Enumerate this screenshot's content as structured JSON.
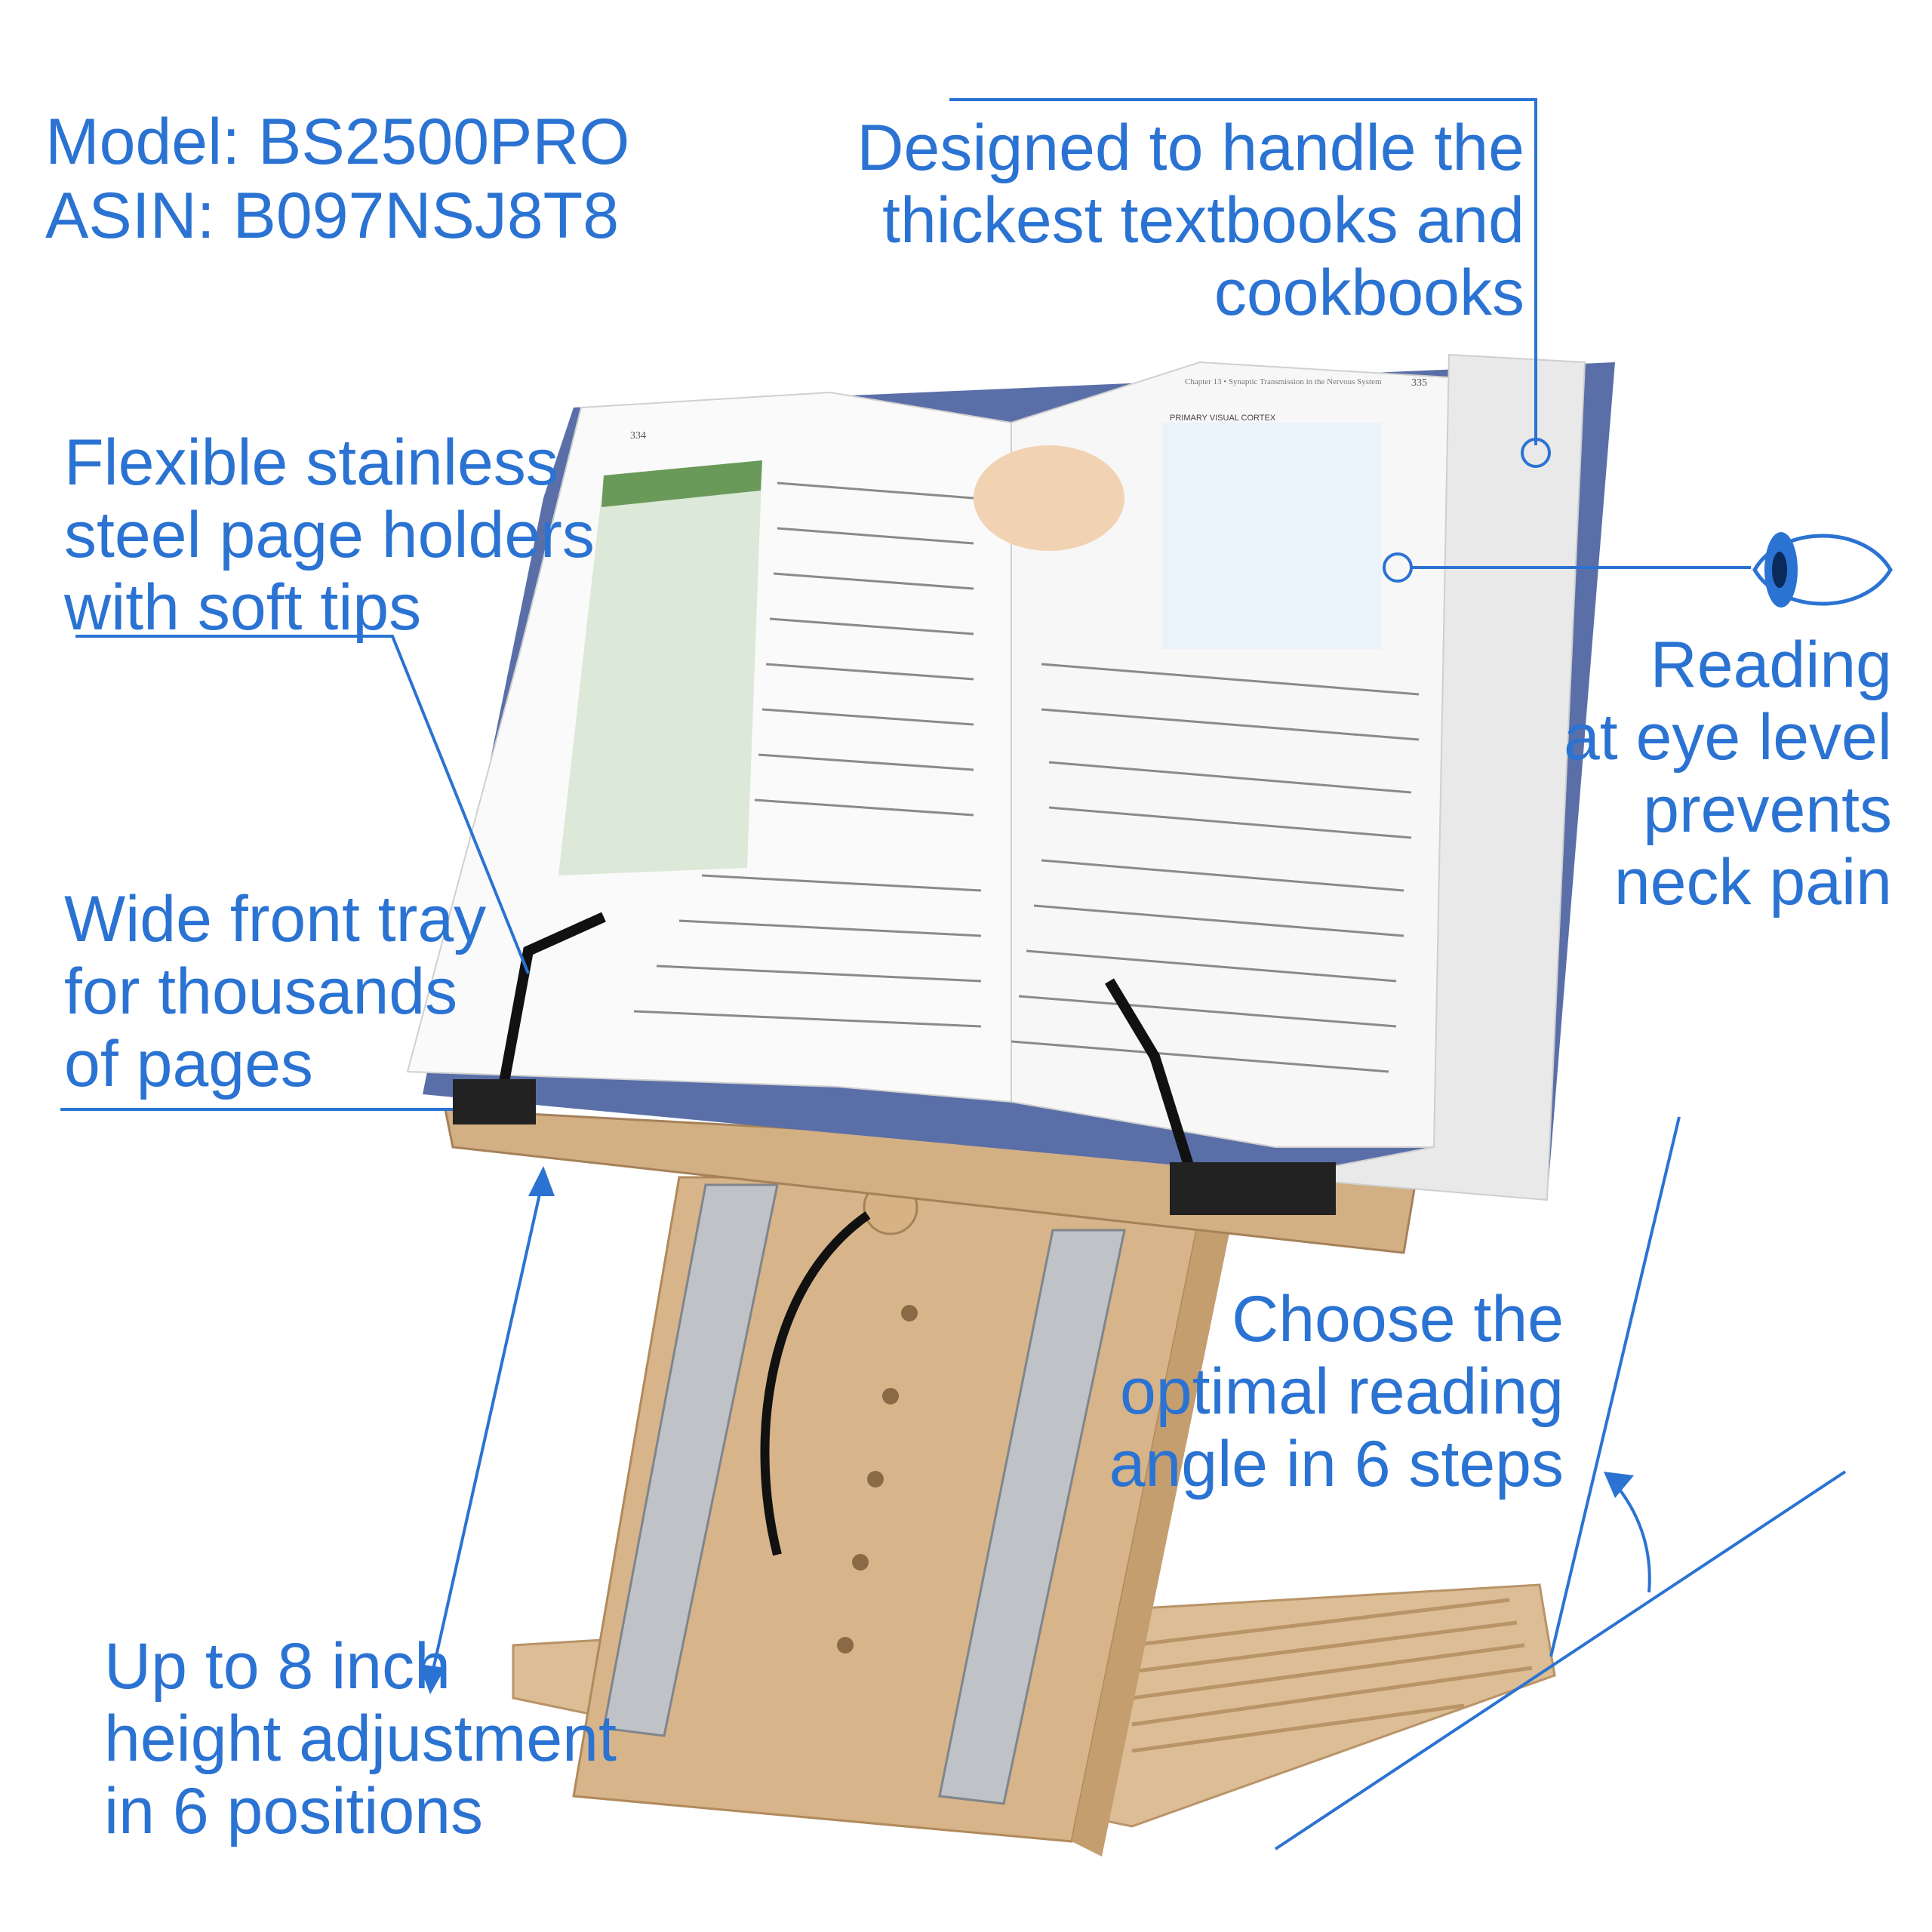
{
  "header": {
    "model": "Model: BS2500PRO",
    "asin": "ASIN: B097NSJ8T8"
  },
  "callouts": {
    "textbooks": "Designed to handle the\nthickest textbooks and\ncookbooks",
    "page_holders": "Flexible stainless\nsteel page holders\nwith soft tips",
    "tray": "Wide front tray\nfor thousands\nof pages",
    "eye_level": "Reading\nat eye level\nprevents\nneck pain",
    "angle": "Choose the\noptimal reading\nangle in 6 steps",
    "height": "Up to 8 inch\nheight adjustment\nin 6 positions"
  },
  "book": {
    "left_page_number": "334",
    "right_page_number": "335",
    "right_header": "Chapter 13 • Synaptic Transmission in the Nervous System",
    "figure_title": "PRIMARY VISUAL CORTEX"
  },
  "colors": {
    "accent": "#2b73d2",
    "wood": "#d9b891",
    "book_cover": "#5a6fa8"
  }
}
